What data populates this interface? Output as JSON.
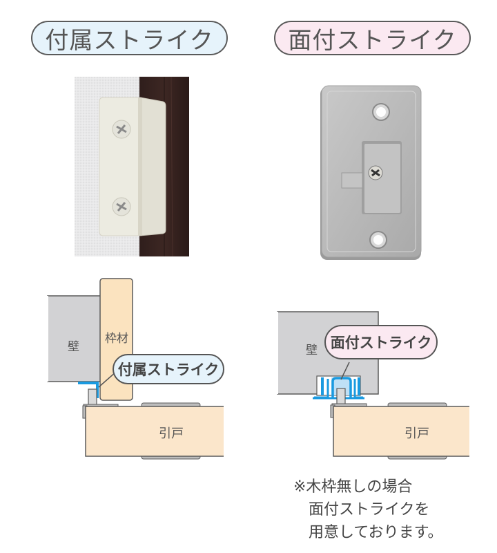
{
  "left": {
    "title": "付属ストライク",
    "title_bg": "#e6f3fb",
    "photo": "attached-strike-plate-photo",
    "diagram": {
      "wall_label": "壁",
      "frame_label": "枠材",
      "callout": "付属ストライク",
      "door_label": "引戸"
    }
  },
  "right": {
    "title": "面付ストライク",
    "title_bg": "#fbe9f1",
    "photo": "surface-mount-strike-plate-photo",
    "diagram": {
      "wall_label": "壁",
      "callout": "面付ストライク",
      "door_label": "引戸"
    }
  },
  "note": {
    "lines": [
      "※木枠無しの場合",
      "　面付ストライクを",
      "　用意しております。"
    ]
  },
  "colors": {
    "wall": "#d2d2d4",
    "frame": "#fbe3bf",
    "door": "#fbe6cb",
    "strike": "#1a9ae0",
    "outline": "#5a5a5a"
  }
}
